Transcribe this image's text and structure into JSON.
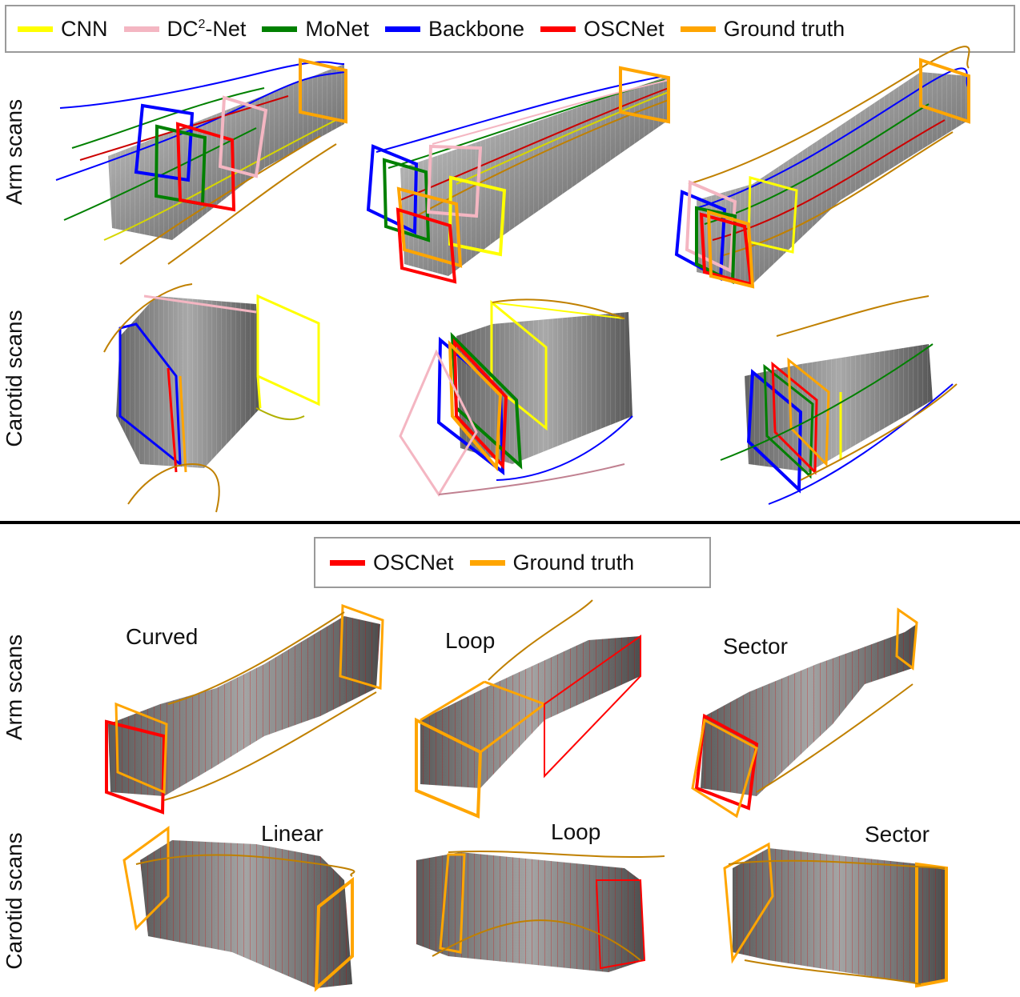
{
  "legend_top": {
    "items": [
      {
        "label": "CNN",
        "color": "#ffff00"
      },
      {
        "label": "DC",
        "sup": "2",
        "suffix": "-Net",
        "color": "#f4b6c2"
      },
      {
        "label": "MoNet",
        "color": "#008000"
      },
      {
        "label": "Backbone",
        "color": "#0000ff"
      },
      {
        "label": "OSCNet",
        "color": "#ff0000"
      },
      {
        "label": "Ground truth",
        "color": "#ffa500"
      }
    ]
  },
  "legend_bottom": {
    "items": [
      {
        "label": "OSCNet",
        "color": "#ff0000"
      },
      {
        "label": "Ground truth",
        "color": "#ffa500"
      }
    ]
  },
  "row_labels": {
    "top_arm": "Arm scans",
    "top_carotid": "Carotid scans",
    "bottom_arm": "Arm scans",
    "bottom_carotid": "Carotid scans"
  },
  "panel_labels": {
    "arm_1": "Curved",
    "arm_2": "Loop",
    "arm_3": "Sector",
    "carotid_1": "Linear",
    "carotid_2": "Loop",
    "carotid_3": "Sector"
  }
}
